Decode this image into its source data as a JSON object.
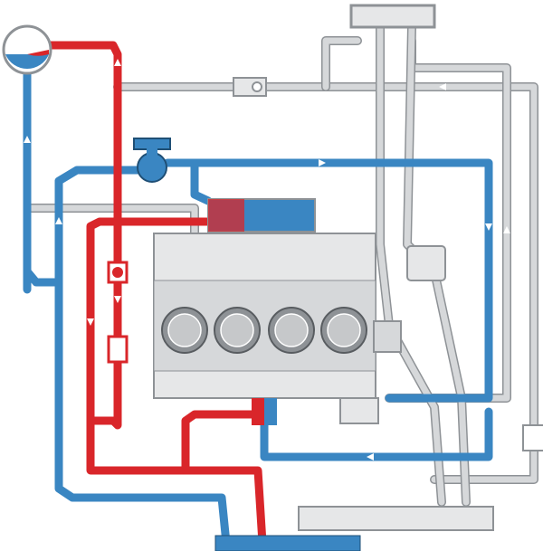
{
  "colors": {
    "hot": "#d9262a",
    "cold": "#3a86c2",
    "vent": "#d6d8da",
    "engine_block": "#e6e7e8",
    "outline": "#8e9296",
    "background": "#ffffff"
  },
  "components": [
    {
      "name": "expansion-tank",
      "icon": "reservoir-sphere"
    },
    {
      "name": "thermostat-housing",
      "icon": "thermostat"
    },
    {
      "name": "water-pump",
      "icon": "pump"
    },
    {
      "name": "intake-manifold",
      "icon": "manifold"
    },
    {
      "name": "engine-block",
      "icon": "v-engine-cutaway"
    },
    {
      "name": "heater-core",
      "icon": "heat-exchanger"
    },
    {
      "name": "radiator",
      "icon": "radiator"
    },
    {
      "name": "oil-cooler",
      "icon": "cooler"
    },
    {
      "name": "check-valve",
      "icon": "valve"
    },
    {
      "name": "restrictor",
      "icon": "flow-restrictor"
    }
  ]
}
